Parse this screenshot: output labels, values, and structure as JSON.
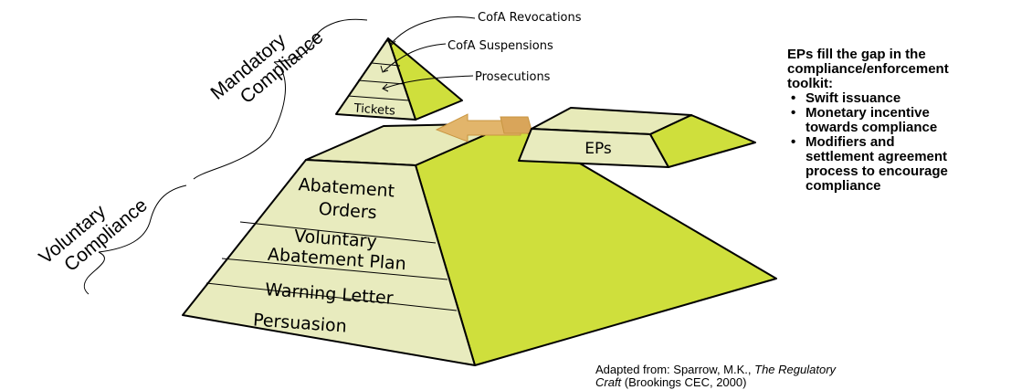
{
  "colors": {
    "left_face": "#e8ebbe",
    "right_face": "#cfdf3c",
    "top_face": "#e7eab9",
    "outline": "#000000",
    "arrow": "#e2b56b"
  },
  "brackets": {
    "mandatory": [
      "Mandatory",
      "Compliance"
    ],
    "voluntary": [
      "Voluntary",
      "Compliance"
    ]
  },
  "small_pyramid": {
    "callouts": [
      "CofA Revocations",
      "CofA Suspensions",
      "Prosecutions"
    ],
    "base_label": "Tickets"
  },
  "large_pyramid": {
    "layers": [
      [
        "Abatement",
        "Orders"
      ],
      [
        "Voluntary",
        "Abatement Plan"
      ],
      [
        "Warning Letter"
      ],
      [
        "Persuasion"
      ]
    ]
  },
  "eps_block": {
    "label": "EPs"
  },
  "side_note": {
    "heading_lines": [
      "EPs fill the gap in the",
      "compliance/enforcement",
      "toolkit:"
    ],
    "bullets": [
      [
        "Swift issuance"
      ],
      [
        "Monetary incentive",
        "towards compliance"
      ],
      [
        "Modifiers and",
        "settlement agreement",
        "process to encourage",
        "compliance"
      ]
    ]
  },
  "citation": {
    "prefix": "Adapted from:  Sparrow, M.K., ",
    "title_line1": "The Regulatory",
    "title_line2": "Craft",
    "suffix": " (Brookings CEC, 2000)"
  }
}
